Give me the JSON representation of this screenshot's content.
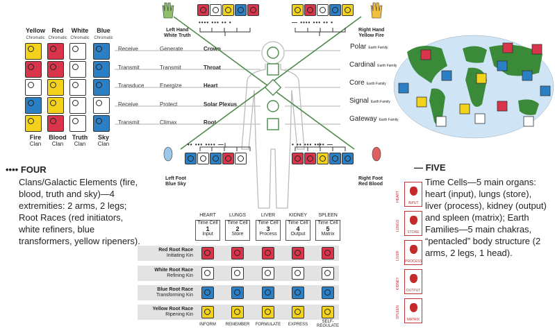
{
  "clans": [
    {
      "color": "Yellow",
      "sub": "Chromatic",
      "name": "Fire",
      "clan": "Clan"
    },
    {
      "color": "Red",
      "sub": "Chromatic",
      "name": "Blood",
      "clan": "Clan"
    },
    {
      "color": "White",
      "sub": "Chromatic",
      "name": "Truth",
      "clan": "Clan"
    },
    {
      "color": "Blue",
      "sub": "Chromatic",
      "name": "Sky",
      "clan": "Clan"
    }
  ],
  "flow_rows": [
    {
      "a": "Receive",
      "b": "Generate",
      "chakra": "Crown"
    },
    {
      "a": "Transmit",
      "b": "Transmit",
      "chakra": "Throat"
    },
    {
      "a": "Transduce",
      "b": "Energize",
      "chakra": "Heart"
    },
    {
      "a": "Receive",
      "b": "Protect",
      "chakra": "Solar Plexus"
    },
    {
      "a": "Transmit",
      "b": "Climax",
      "chakra": "Root"
    }
  ],
  "families": [
    {
      "name": "Polar",
      "tag": "Earth Family"
    },
    {
      "name": "Cardinal",
      "tag": "Earth Family"
    },
    {
      "name": "Core",
      "tag": "Earth Family"
    },
    {
      "name": "Signal",
      "tag": "Earth Family"
    },
    {
      "name": "Gateway",
      "tag": "Earth Family"
    }
  ],
  "limbs": {
    "left_hand": [
      "Left Hand",
      "White Truth"
    ],
    "right_hand": [
      "Right Hand",
      "Yellow Fire"
    ],
    "left_foot": [
      "Left Foot",
      "Blue Sky"
    ],
    "right_foot": [
      "Right Foot",
      "Red Blood"
    ]
  },
  "four": {
    "dots": "••••",
    "title": "FOUR",
    "text": "Clans/Galactic Elements (fire, blood, truth and sky)—4 extremities: 2 arms, 2 legs; Root Races (red initiators, white refiners, blue transformers, yellow ripeners)."
  },
  "five": {
    "bar": "—",
    "title": "FIVE",
    "text": "Time Cells—5 main organs: heart (input), lungs (store), liver (process), kidney (output) and spleen (matrix); Earth Families—5 main chakras, “pentacled” body structure (2 arms, 2 legs, 1 head)."
  },
  "organs_header": [
    "HEART",
    "LUNGS",
    "LIVER",
    "KIDNEY",
    "SPLEEN"
  ],
  "time_cells": [
    {
      "label": "Time Cell",
      "num": "1",
      "fn": "Input"
    },
    {
      "label": "Time Cell",
      "num": "2",
      "fn": "Store"
    },
    {
      "label": "Time Cell",
      "num": "3",
      "fn": "Process"
    },
    {
      "label": "Time Cell",
      "num": "4",
      "fn": "Output"
    },
    {
      "label": "Time Cell",
      "num": "5",
      "fn": "Matrix"
    }
  ],
  "races": [
    {
      "name": "Red Root Race",
      "sub": "Initiating Kin",
      "color": "#d8344a"
    },
    {
      "name": "White Root Race",
      "sub": "Refining Kin",
      "color": "#ffffff"
    },
    {
      "name": "Blue Root Race",
      "sub": "Transforming Kin",
      "color": "#2b7fc4"
    },
    {
      "name": "Yellow Root Race",
      "sub": "Ripening Kin",
      "color": "#f2d21b"
    }
  ],
  "actions": [
    "INFORM",
    "REMEMBER",
    "FORMULATE",
    "EXPRESS",
    "SELF-REGULATE"
  ],
  "organ_icons": [
    {
      "side": "HEART",
      "label": "INPUT"
    },
    {
      "side": "LUNGS",
      "label": "STORE"
    },
    {
      "side": "LIVER",
      "label": "PROCESS"
    },
    {
      "side": "KIDNEY",
      "label": "OUTPUT"
    },
    {
      "side": "SPLEEN",
      "label": "MATRIX"
    }
  ],
  "colors": {
    "red": "#d8344a",
    "yellow": "#f2d21b",
    "blue": "#2b7fc4",
    "white": "#ffffff",
    "green": "#3a8a3a",
    "ocean": "#cfe4f5",
    "line": "#4b8b4b"
  }
}
